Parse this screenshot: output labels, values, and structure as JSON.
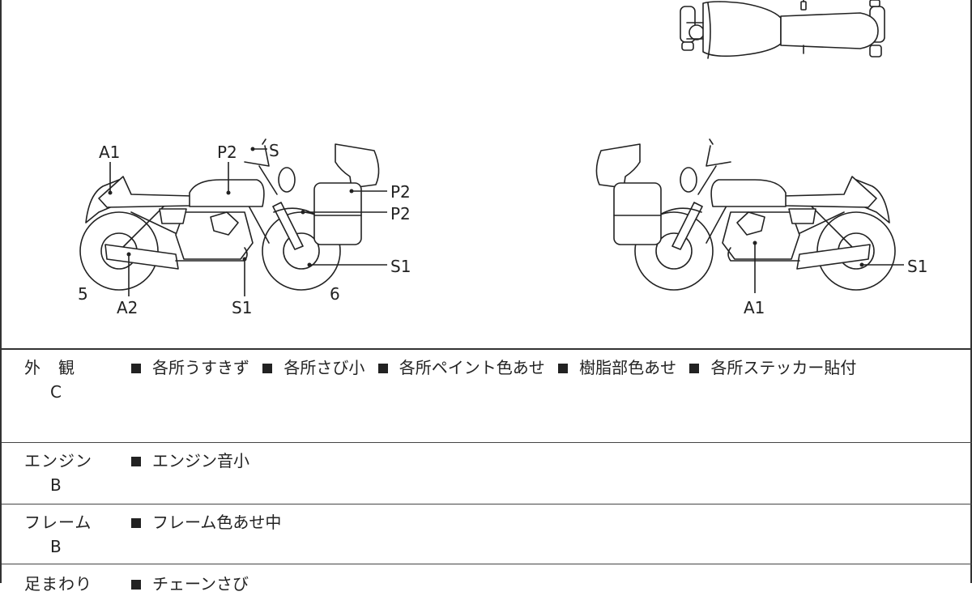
{
  "diagram": {
    "left_bike_labels": {
      "a1": "A1",
      "p2_tank": "P2",
      "s_mirror": "S",
      "p2_bag": "P2",
      "p2_fork": "P2",
      "s1_front": "S1",
      "num_5": "5",
      "a2": "A2",
      "s1_exhaust": "S1",
      "num_6": "6"
    },
    "right_bike_labels": {
      "s1_rear": "S1",
      "a1": "A1"
    }
  },
  "rows": [
    {
      "category": "外　観",
      "grade": "C",
      "items": [
        "各所うすきず",
        "各所さび小",
        "各所ペイント色あせ",
        "樹脂部色あせ",
        "各所ステッカー貼付"
      ]
    },
    {
      "category": "エンジン",
      "grade": "B",
      "items": [
        "エンジン音小"
      ]
    },
    {
      "category": "フレーム",
      "grade": "B",
      "items": [
        "フレーム色あせ中"
      ]
    },
    {
      "category": "足まわり",
      "grade": "",
      "items": [
        "チェーンさび"
      ]
    }
  ]
}
